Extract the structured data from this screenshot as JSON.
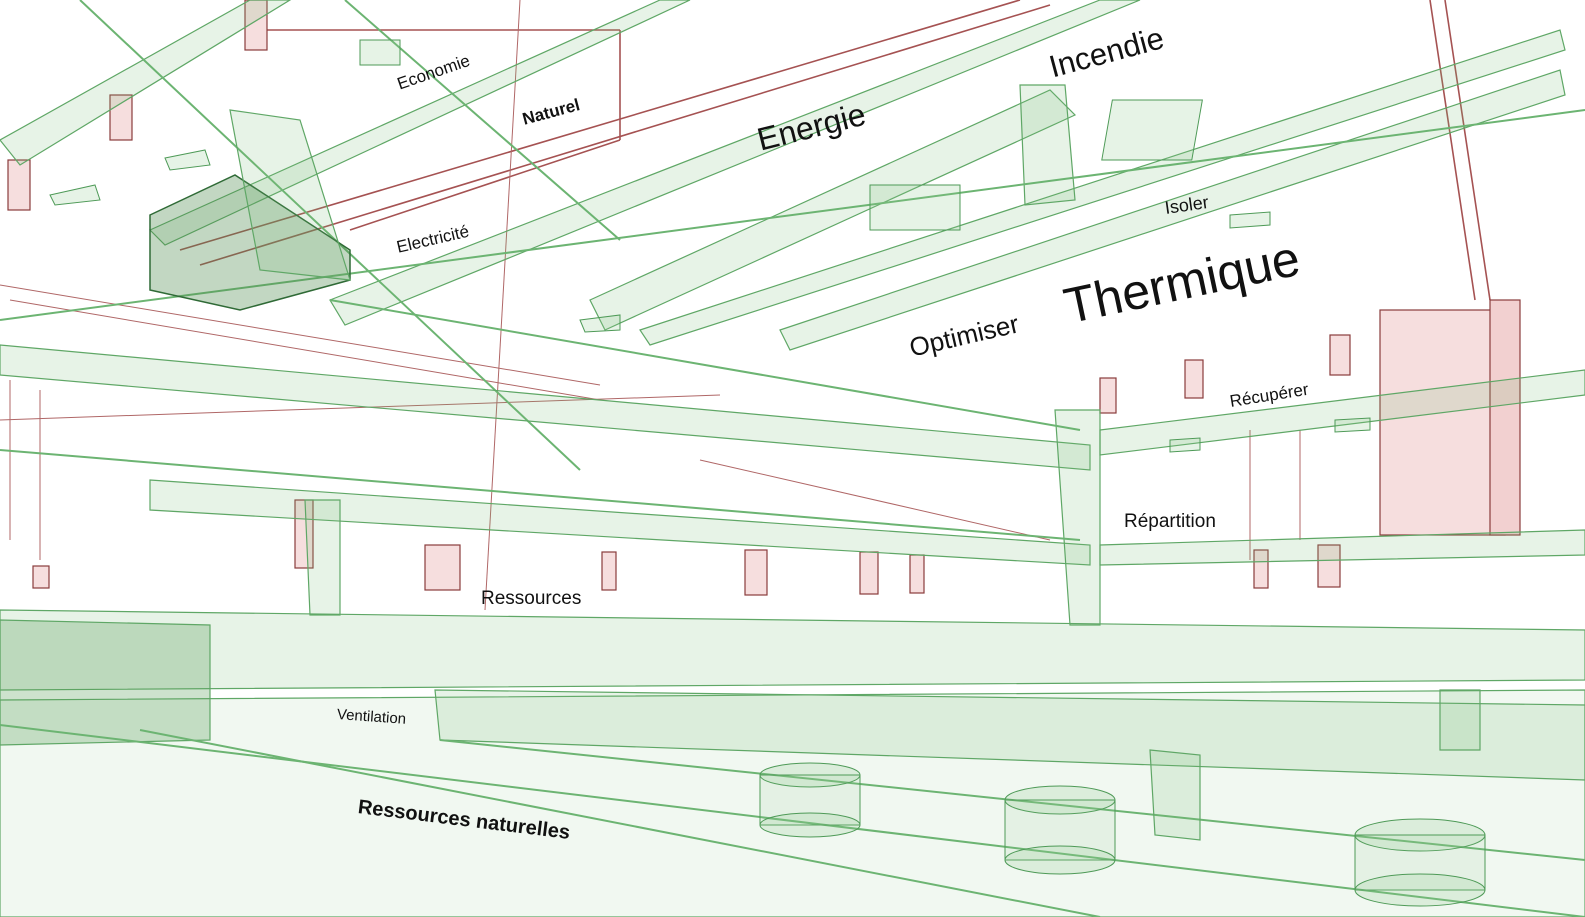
{
  "labels": {
    "economie": "Economie",
    "naturel": "Naturel",
    "electricite": "Electricité",
    "energie": "Energie",
    "incendie": "Incendie",
    "isoler": "Isoler",
    "thermique": "Thermique",
    "optimiser": "Optimiser",
    "recuperer": "Récupérer",
    "repartition": "Répartition",
    "ressources": "Ressources",
    "ventilation": "Ventilation",
    "ressources_naturelles": "Ressources naturelles"
  },
  "colors": {
    "ductwork": "#6cb472",
    "piping": "#a55252",
    "equipment_fill": "#f6dede",
    "background": "#ffffff",
    "text": "#111111"
  }
}
